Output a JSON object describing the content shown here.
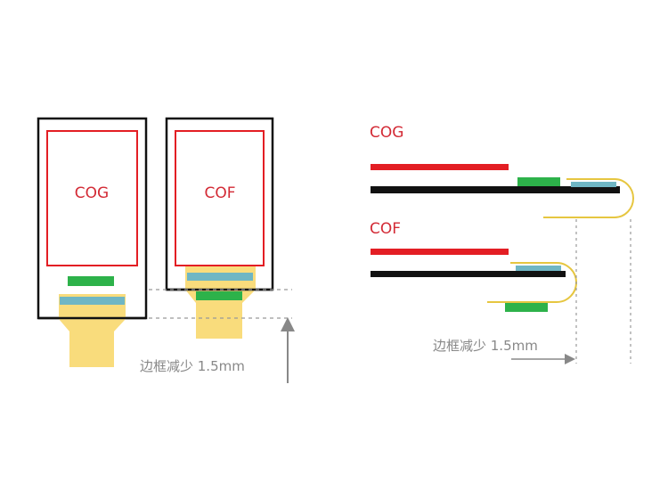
{
  "left_diagram": {
    "cog_label": "COG",
    "cof_label": "COF",
    "reduction_label": "边框减少 1.5mm"
  },
  "right_diagram": {
    "cog_label": "COG",
    "cof_label": "COF",
    "reduction_label": "边框减少 1.5mm"
  },
  "colors": {
    "panel": "#e31e24",
    "frame": "#111111",
    "chip": "#2db24a",
    "bond": "#6fb6c4",
    "flex": "#f9dc7c",
    "flex_line": "#e6c640",
    "annotation": "#888888"
  }
}
